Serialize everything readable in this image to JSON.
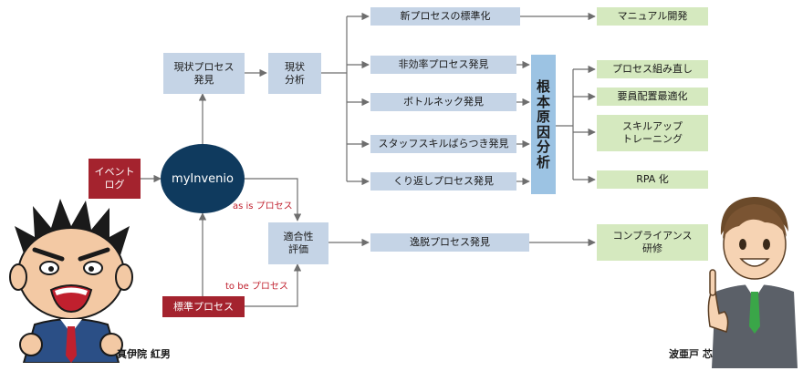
{
  "boxes": {
    "event_log": "イベント\nログ",
    "myinvenio": "myInvenio",
    "standard_process": "標準プロセス",
    "current_process": "現状プロセス\n発見",
    "current_analysis": "現状\n分析",
    "conformity": "適合性\n評価",
    "new_process_std": "新プロセスの標準化",
    "inefficiency": "非効率プロセス発見",
    "bottleneck": "ボトルネック発見",
    "staff_skill": "スタッフスキルばらつき発見",
    "repeat_process": "くり返しプロセス発見",
    "deviation": "逸脱プロセス発見",
    "root_cause": "根本原因分析",
    "manual_dev": "マニュアル開発",
    "process_rework": "プロセス組み直し",
    "staffing": "要員配置最適化",
    "skillup": "スキルアップ\nトレーニング",
    "rpa": "RPA 化",
    "compliance": "コンプライアンス\n研修"
  },
  "labels": {
    "as_is": "as is プロセス",
    "to_be": "to be プロセス"
  },
  "people": {
    "left_name": "真伊院 紅男",
    "right_name": "波亜戸 芯"
  },
  "colors": {
    "box_blue": "#c5d4e6",
    "box_green": "#d5e9bf",
    "box_red": "#a4232e",
    "circle": "#0f3a5e",
    "root_cause": "#9cc3e3",
    "line": "#6e6e6e",
    "label_red": "#c0202e"
  },
  "icons": [
    "arrow-icon",
    "angry-man-icon",
    "smiling-man-icon"
  ]
}
